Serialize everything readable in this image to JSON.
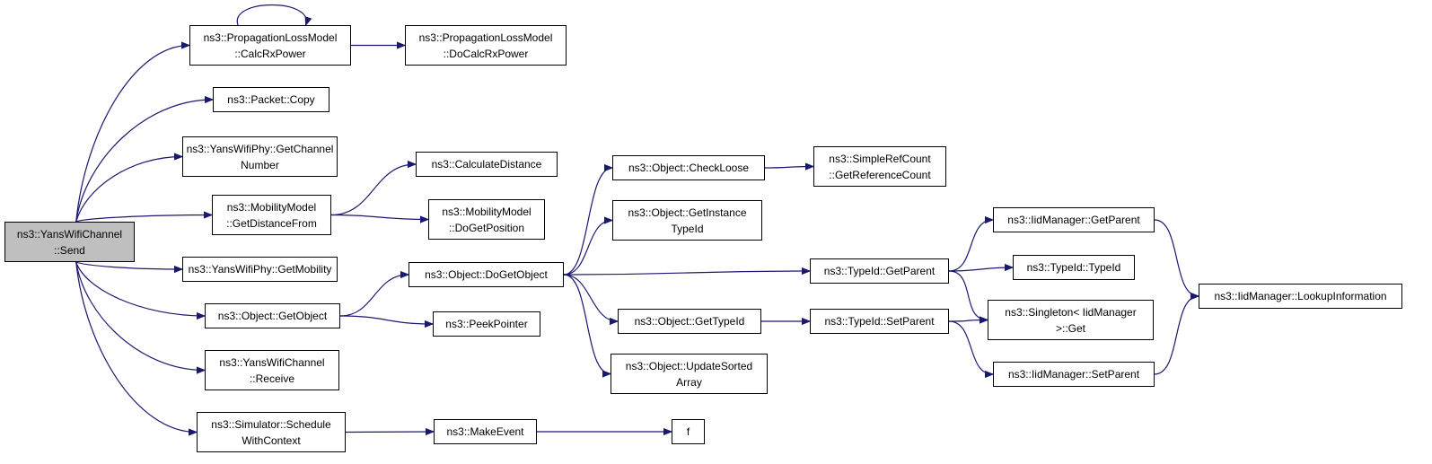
{
  "graph": {
    "edge_color": "#191970",
    "root_fill": "#bfbfbf",
    "nodes": [
      {
        "id": "send",
        "lines": [
          "ns3::YansWifiChannel",
          "::Send"
        ],
        "root": true
      },
      {
        "id": "calcrx",
        "lines": [
          "ns3::PropagationLossModel",
          "::CalcRxPower"
        ]
      },
      {
        "id": "docalc",
        "lines": [
          "ns3::PropagationLossModel",
          "::DoCalcRxPower"
        ]
      },
      {
        "id": "copy",
        "lines": [
          "ns3::Packet::Copy"
        ]
      },
      {
        "id": "getchan",
        "lines": [
          "ns3::YansWifiPhy::GetChannel",
          "Number"
        ]
      },
      {
        "id": "getdist",
        "lines": [
          "ns3::MobilityModel",
          "::GetDistanceFrom"
        ]
      },
      {
        "id": "calcdist",
        "lines": [
          "ns3::CalculateDistance"
        ]
      },
      {
        "id": "dogetpos",
        "lines": [
          "ns3::MobilityModel",
          "::DoGetPosition"
        ]
      },
      {
        "id": "getmob",
        "lines": [
          "ns3::YansWifiPhy::GetMobility"
        ]
      },
      {
        "id": "getobj",
        "lines": [
          "ns3::Object::GetObject"
        ]
      },
      {
        "id": "dogetobj",
        "lines": [
          "ns3::Object::DoGetObject"
        ]
      },
      {
        "id": "peek",
        "lines": [
          "ns3::PeekPointer"
        ]
      },
      {
        "id": "receive",
        "lines": [
          "ns3::YansWifiChannel",
          "::Receive"
        ]
      },
      {
        "id": "schedule",
        "lines": [
          "ns3::Simulator::Schedule",
          "WithContext"
        ]
      },
      {
        "id": "makeevent",
        "lines": [
          "ns3::MakeEvent"
        ]
      },
      {
        "id": "f",
        "lines": [
          "f"
        ]
      },
      {
        "id": "checkloose",
        "lines": [
          "ns3::Object::CheckLoose"
        ]
      },
      {
        "id": "getrefcount",
        "lines": [
          "ns3::SimpleRefCount",
          "::GetReferenceCount"
        ]
      },
      {
        "id": "getinst",
        "lines": [
          "ns3::Object::GetInstance",
          "TypeId"
        ]
      },
      {
        "id": "gettypeid",
        "lines": [
          "ns3::Object::GetTypeId"
        ]
      },
      {
        "id": "updsorted",
        "lines": [
          "ns3::Object::UpdateSorted",
          "Array"
        ]
      },
      {
        "id": "tgetparent",
        "lines": [
          "ns3::TypeId::GetParent"
        ]
      },
      {
        "id": "tsetparent",
        "lines": [
          "ns3::TypeId::SetParent"
        ]
      },
      {
        "id": "iidgetparent",
        "lines": [
          "ns3::IidManager::GetParent"
        ]
      },
      {
        "id": "typeid",
        "lines": [
          "ns3::TypeId::TypeId"
        ]
      },
      {
        "id": "singleton",
        "lines": [
          "ns3::Singleton< IidManager",
          ">::Get"
        ]
      },
      {
        "id": "iidsetparent",
        "lines": [
          "ns3::IidManager::SetParent"
        ]
      },
      {
        "id": "lookup",
        "lines": [
          "ns3::IidManager::LookupInformation"
        ]
      }
    ],
    "edges": [
      [
        "send",
        "calcrx"
      ],
      [
        "send",
        "copy"
      ],
      [
        "send",
        "getchan"
      ],
      [
        "send",
        "getdist"
      ],
      [
        "send",
        "getmob"
      ],
      [
        "send",
        "getobj"
      ],
      [
        "send",
        "receive"
      ],
      [
        "send",
        "schedule"
      ],
      [
        "calcrx",
        "calcrx"
      ],
      [
        "calcrx",
        "docalc"
      ],
      [
        "getdist",
        "calcdist"
      ],
      [
        "getdist",
        "dogetpos"
      ],
      [
        "getobj",
        "dogetobj"
      ],
      [
        "getobj",
        "peek"
      ],
      [
        "schedule",
        "makeevent"
      ],
      [
        "makeevent",
        "f"
      ],
      [
        "dogetobj",
        "checkloose"
      ],
      [
        "dogetobj",
        "getinst"
      ],
      [
        "dogetobj",
        "tgetparent"
      ],
      [
        "dogetobj",
        "gettypeid"
      ],
      [
        "dogetobj",
        "updsorted"
      ],
      [
        "checkloose",
        "getrefcount"
      ],
      [
        "gettypeid",
        "tsetparent"
      ],
      [
        "tgetparent",
        "iidgetparent"
      ],
      [
        "tgetparent",
        "typeid"
      ],
      [
        "tgetparent",
        "singleton"
      ],
      [
        "tsetparent",
        "singleton"
      ],
      [
        "tsetparent",
        "iidsetparent"
      ],
      [
        "iidgetparent",
        "lookup"
      ],
      [
        "iidsetparent",
        "lookup"
      ]
    ]
  }
}
